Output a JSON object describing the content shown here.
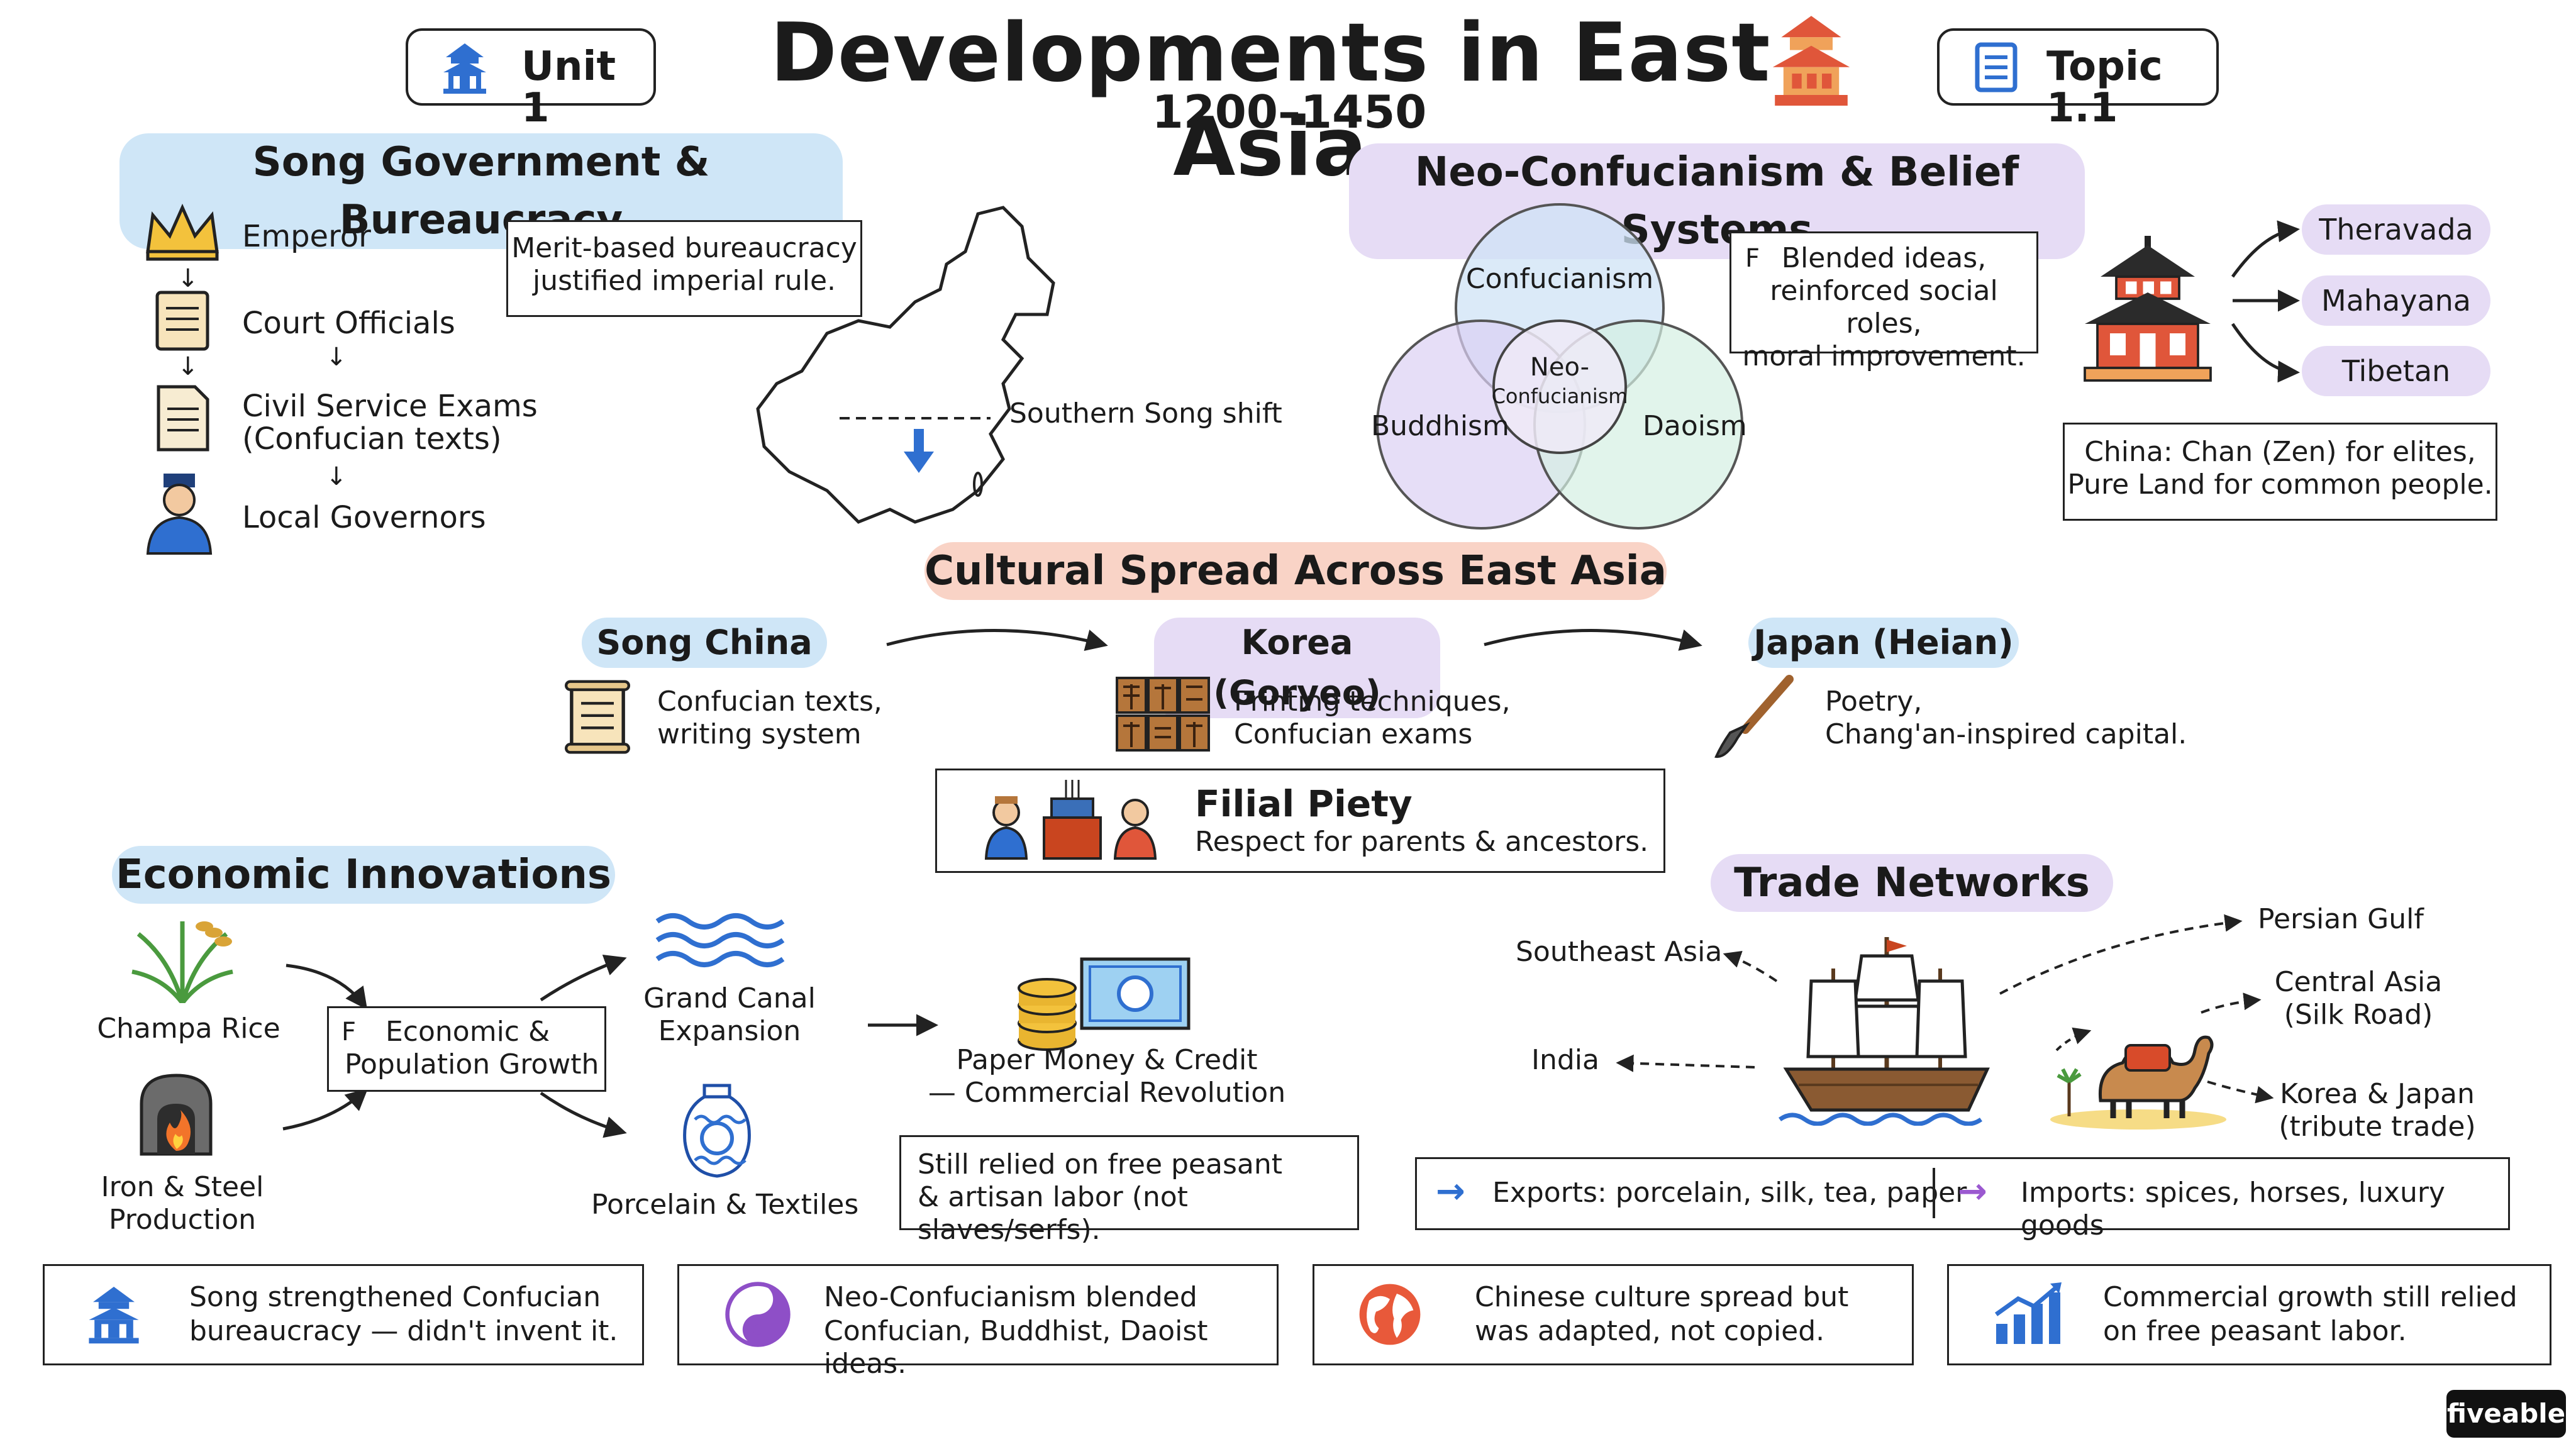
{
  "header": {
    "unit_label": "Unit 1",
    "title": "Developments in East Asia",
    "dates": "1200–1450",
    "topic_label": "Topic 1.1"
  },
  "song_gov": {
    "heading": "Song Government & Bureaucracy",
    "hierarchy": [
      "Emperor",
      "Court Officials",
      "Civil Service Exams",
      "(Confucian texts)",
      "Local Governors"
    ],
    "note_line1": "Merit-based bureaucracy",
    "note_line2": "justified imperial rule.",
    "map_label": "Southern Song shift"
  },
  "neo": {
    "heading": "Neo-Confucianism & Belief Systems",
    "circles": [
      "Confucianism",
      "Buddhism",
      "Daoism"
    ],
    "center_line1": "Neo-",
    "center_line2": "Confucianism",
    "note_mark": "F",
    "note_lines": [
      "Blended ideas,",
      "reinforced social roles,",
      "moral improvement."
    ],
    "branches": [
      "Theravada",
      "Mahayana",
      "Tibetan"
    ],
    "china_line1": "China: Chan (Zen) for elites,",
    "china_line2": "Pure Land for common people."
  },
  "cultural": {
    "heading": "Cultural Spread Across East Asia",
    "stages": [
      {
        "name": "Song China",
        "line1": "Confucian texts,",
        "line2": "writing system"
      },
      {
        "name": "Korea (Goryeo)",
        "line1": "Printing techniques,",
        "line2": "Confucian exams"
      },
      {
        "name": "Japan (Heian)",
        "line1": "Poetry,",
        "line2": "Chang'an-inspired capital."
      }
    ],
    "filial_title": "Filial Piety",
    "filial_text": "Respect for parents & ancestors."
  },
  "economic": {
    "heading": "Economic Innovations",
    "champa": "Champa Rice",
    "iron_line1": "Iron & Steel",
    "iron_line2": "Production",
    "center_mark": "F",
    "center_line1": "Economic &",
    "center_line2": "Population Growth",
    "canal_line1": "Grand Canal",
    "canal_line2": "Expansion",
    "porcelain": "Porcelain & Textiles",
    "money_line1": "Paper Money & Credit",
    "money_line2": "— Commercial Revolution",
    "labor_line1": "Still relied on free peasant",
    "labor_line2": "& artisan labor (not slaves/serfs)."
  },
  "trade": {
    "heading": "Trade Networks",
    "southeast_asia": "Southeast Asia",
    "india": "India",
    "persian_gulf": "Persian Gulf",
    "central_line1": "Central Asia",
    "central_line2": "(Silk Road)",
    "korea_line1": "Korea & Japan",
    "korea_line2": "(tribute trade)",
    "exports": "Exports: porcelain, silk, tea, paper",
    "imports": "Imports: spices, horses, luxury goods"
  },
  "summary": [
    {
      "line1": "Song strengthened Confucian",
      "line2": "bureaucracy — didn't invent it."
    },
    {
      "line1": "Neo-Confucianism blended",
      "line2": "Confucian, Buddhist, Daoist ideas."
    },
    {
      "line1": "Chinese culture spread but",
      "line2": "was adapted, not copied."
    },
    {
      "line1": "Commercial growth still relied",
      "line2": "on free peasant labor."
    }
  ],
  "brand": "fiveable",
  "colors": {
    "blue_highlight": "#cfe6f7",
    "purple_highlight": "#e6dcf5",
    "salmon_highlight": "#f9d3c6",
    "pagoda_red": "#e0563a",
    "icon_blue": "#2f6fd0"
  }
}
